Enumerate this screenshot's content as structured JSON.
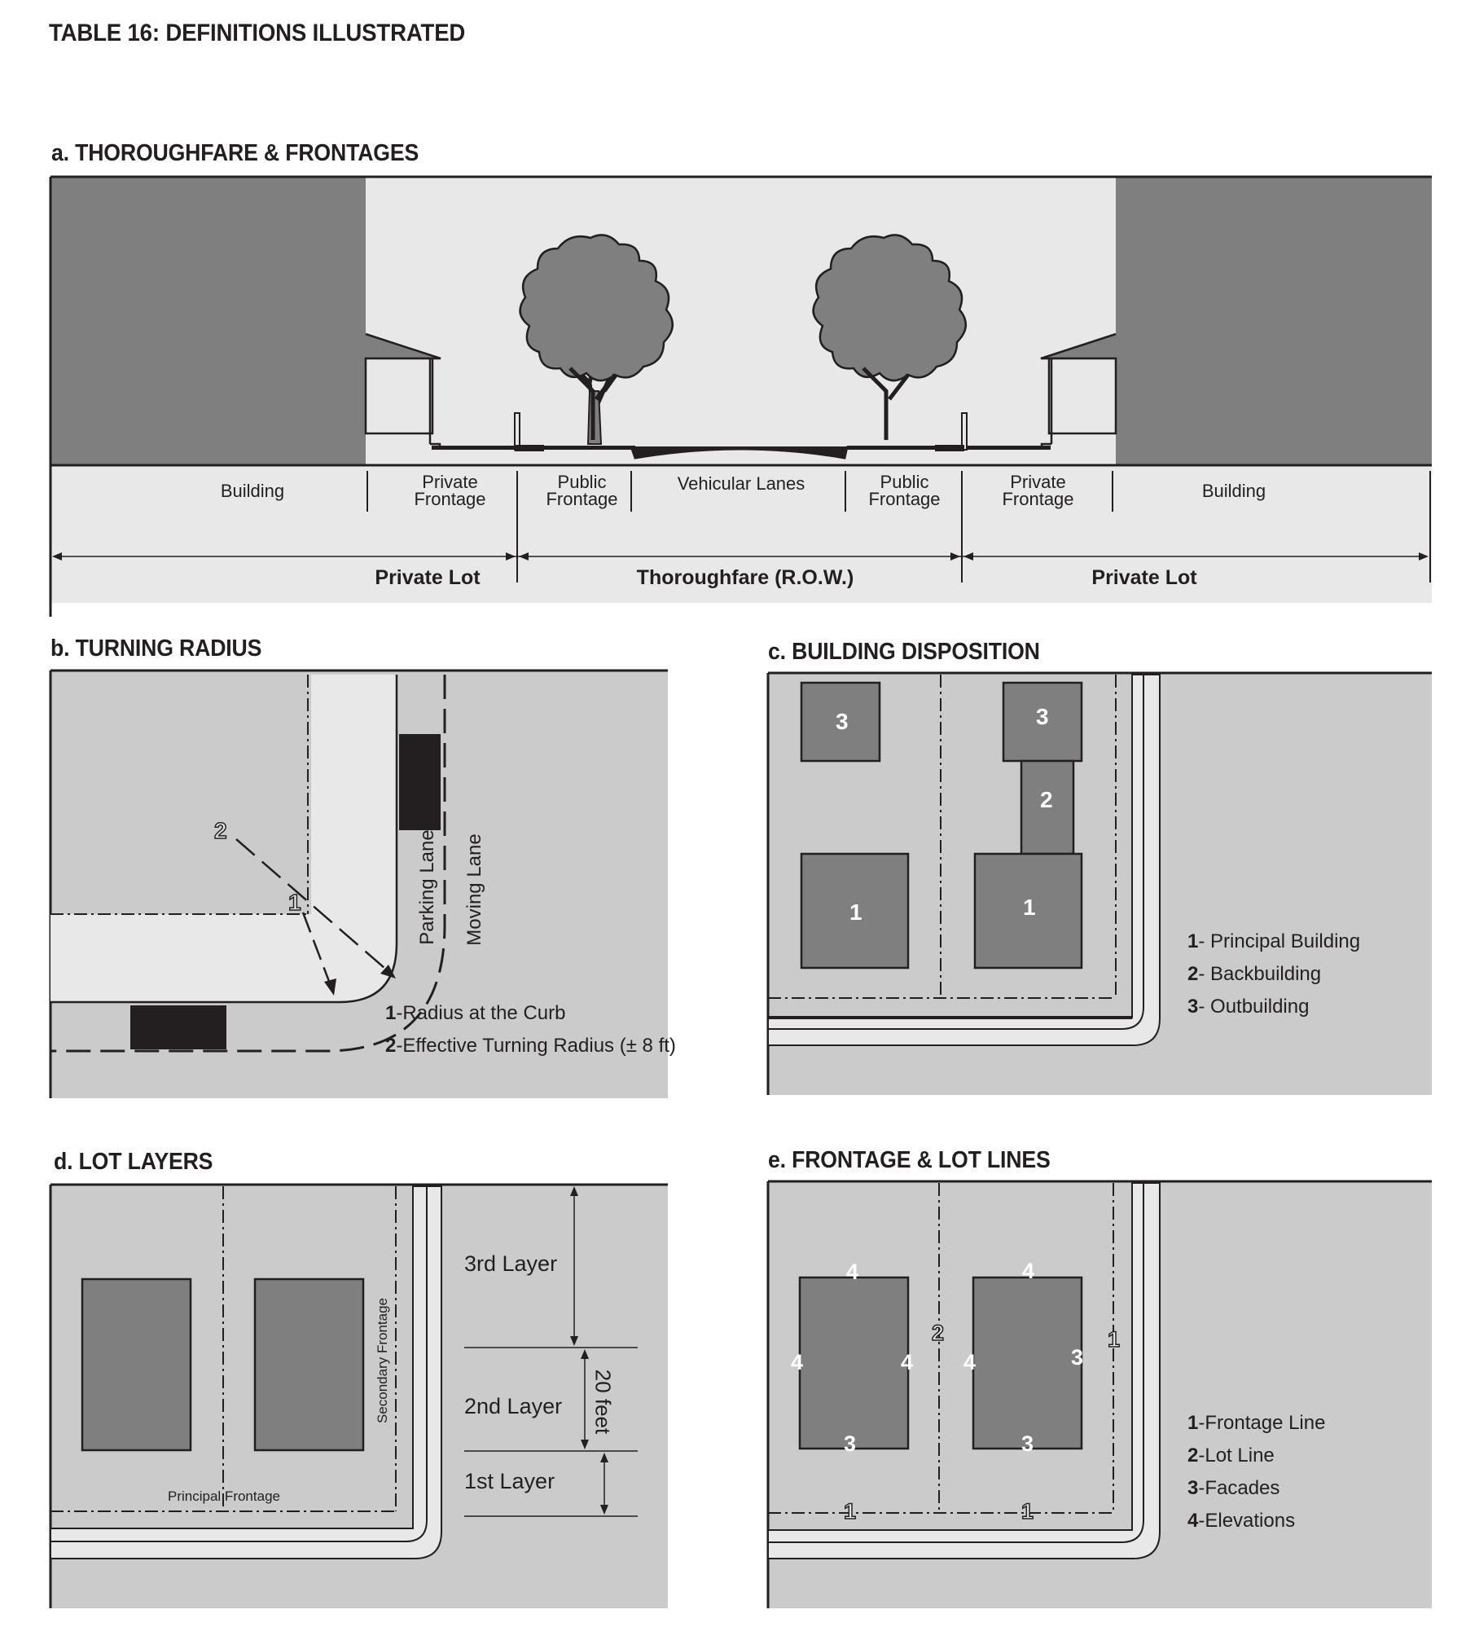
{
  "table_title": "TABLE 16:  DEFINITIONS ILLUSTRATED",
  "colors": {
    "building_dark": "#7f7f7f",
    "street_light": "#e8e8e8",
    "lot_gray": "#cbcbcb",
    "black": "#231f20",
    "footprint": "#7f7f7f"
  },
  "panel_a": {
    "heading": "a. THOROUGHFARE & FRONTAGES",
    "labels": {
      "building_left": "Building",
      "private_frontage_left_1": "Private",
      "private_frontage_left_2": "Frontage",
      "public_frontage_left_1": "Public",
      "public_frontage_left_2": "Frontage",
      "vehicular_lanes": "Vehicular Lanes",
      "public_frontage_right_1": "Public",
      "public_frontage_right_2": "Frontage",
      "private_frontage_right_1": "Private",
      "private_frontage_right_2": "Frontage",
      "building_right": "Building"
    },
    "dimensions": {
      "private_lot_left": "Private Lot",
      "thoroughfare": "Thoroughfare (R.O.W.)",
      "private_lot_right": "Private Lot"
    }
  },
  "panel_b": {
    "heading": "b. TURNING RADIUS",
    "parking_lane": "Parking Lane",
    "moving_lane": "Moving Lane",
    "marker_1": "1",
    "marker_2": "2",
    "legend": [
      {
        "num": "1",
        "text": "-Radius at the Curb"
      },
      {
        "num": "2",
        "text": "-Effective Turning Radius (± 8 ft)"
      }
    ]
  },
  "panel_c": {
    "heading": "c. BUILDING DISPOSITION",
    "markers": {
      "outbuilding": "3",
      "backbuilding": "2",
      "principal": "1"
    },
    "legend": [
      {
        "num": "1",
        "text": "- Principal Building"
      },
      {
        "num": "2",
        "text": "- Backbuilding"
      },
      {
        "num": "3",
        "text": "- Outbuilding"
      }
    ]
  },
  "panel_d": {
    "heading": "d. LOT LAYERS",
    "secondary_frontage": "Secondary Frontage",
    "principal_frontage": "Principal Frontage",
    "layer_3": "3rd Layer",
    "layer_2": "2nd Layer",
    "layer_1": "1st Layer",
    "depth": "20 feet"
  },
  "panel_e": {
    "heading": "e. FRONTAGE & LOT LINES",
    "markers": {
      "frontage_line": "1",
      "lot_line": "2",
      "facades": "3",
      "elevations": "4"
    },
    "legend": [
      {
        "num": "1",
        "text": "-Frontage Line"
      },
      {
        "num": "2",
        "text": "-Lot Line"
      },
      {
        "num": "3",
        "text": "-Facades"
      },
      {
        "num": "4",
        "text": "-Elevations"
      }
    ]
  }
}
